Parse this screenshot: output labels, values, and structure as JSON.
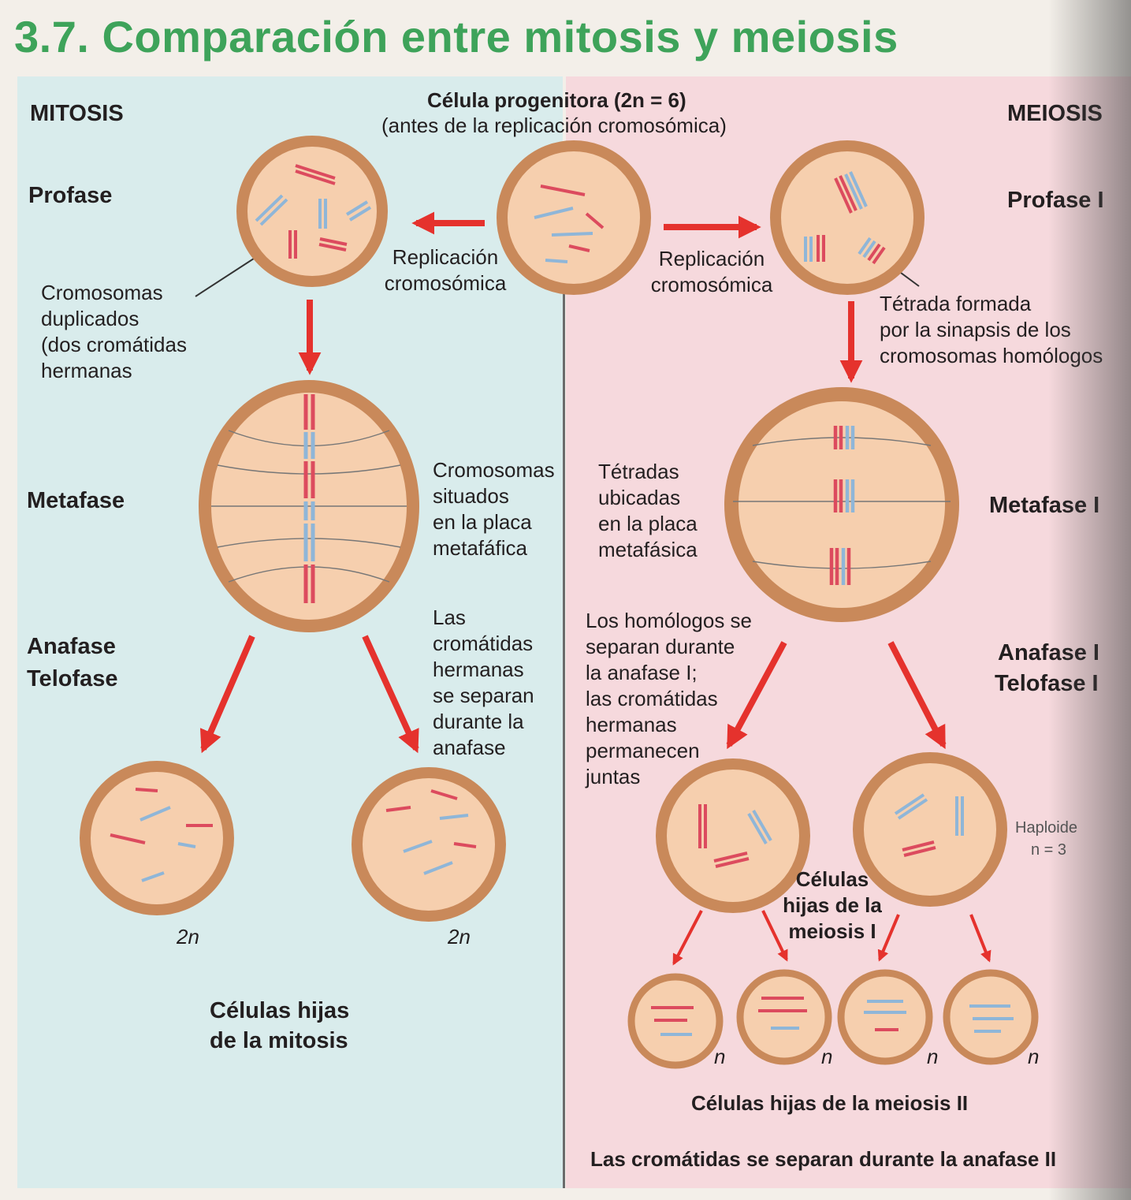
{
  "title": "3.7. Comparación entre mitosis y meiosis",
  "left_header": "MITOSIS",
  "right_header": "MEIOSIS",
  "parent_cell": {
    "title": "Célula progenitora (2n = 6)",
    "subtitle": "(antes de la replicación cromosómica)"
  },
  "replication_left": [
    "Replicación",
    "cromosómica"
  ],
  "replication_right": [
    "Replicación",
    "cromosómica"
  ],
  "mitosis": {
    "prophase": "Profase",
    "metaphase": "Metafase",
    "anaphase": "Anafase",
    "telophase": "Telofase",
    "duplicated_label": [
      "Cromosomas",
      "duplicados",
      "(dos cromátidas",
      "hermanas"
    ],
    "metaphase_label": [
      "Cromosomas",
      "situados",
      "en la placa",
      "metafáfica"
    ],
    "anaphase_label": [
      "Las",
      "cromátidas",
      "hermanas",
      "se separan",
      "durante la",
      "anafase"
    ],
    "ploidy_1": "2n",
    "ploidy_2": "2n",
    "daughter_label": [
      "Células hijas",
      "de la mitosis"
    ]
  },
  "meiosis": {
    "prophase": "Profase I",
    "metaphase": "Metafase I",
    "anaphase": "Anafase I",
    "telophase": "Telofase I",
    "tetrad_label": [
      "Tétrada formada",
      "por la sinapsis de los",
      "cromosomas homólogos"
    ],
    "metaphase_label": [
      "Tétradas",
      "ubicadas",
      "en la placa",
      "metafásica"
    ],
    "anaphase_label": [
      "Los homólogos se",
      "separan durante",
      "la anafase I;",
      "las cromátidas",
      "hermanas",
      "permanecen",
      "juntas"
    ],
    "haploid_label": [
      "Haploide",
      "n = 3"
    ],
    "meiosis1_label": [
      "Células",
      "hijas de la",
      "meiosis I"
    ],
    "ploidy": [
      "n",
      "n",
      "n",
      "n"
    ],
    "meiosis2_label": "Células hijas de la meiosis II",
    "bottom_note": "Las cromátidas se separan durante la anafase II"
  },
  "colors": {
    "title_green": "#3ea35a",
    "cell_fill": "#f6cfae",
    "cell_border": "#c9895a",
    "chromosome_red": "#dc4b5e",
    "chromosome_blue": "#8fb6d8",
    "arrow_red": "#e5322d"
  }
}
